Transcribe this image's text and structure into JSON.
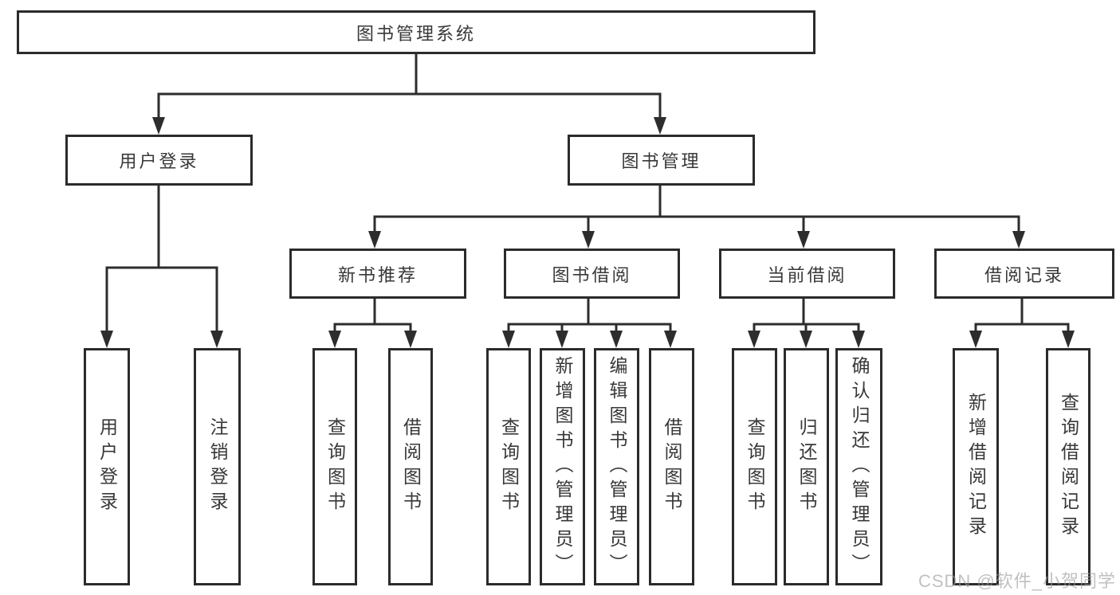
{
  "diagram": {
    "title": "图书管理系统",
    "type": "hierarchy-tree",
    "colors": {
      "line": "#2d2d2d",
      "border": "#2b2b2b",
      "text": "#383838",
      "background": "#ffffff",
      "watermark": "#9a9a9a"
    },
    "nodes": {
      "root": "图书管理系统",
      "user_login": "用户登录",
      "book_management": "图书管理",
      "new_book_recommend": "新书推荐",
      "book_borrowing": "图书借阅",
      "current_borrowing": "当前借阅",
      "borrowing_records": "借阅记录"
    },
    "leaves": {
      "user_login_children": [
        "用户登录",
        "注销登录"
      ],
      "new_book_recommend_children": [
        "查询图书",
        "借阅图书"
      ],
      "book_borrowing_children": [
        "查询图书",
        "新增图书（管理员）",
        "编辑图书（管理员）",
        "借阅图书"
      ],
      "current_borrowing_children": [
        "查询图书",
        "归还图书",
        "确认归还（管理员）"
      ],
      "borrowing_records_children": [
        "新增借阅记录",
        "查询借阅记录"
      ]
    },
    "watermark": "CSDN @软件_小贺同学"
  }
}
